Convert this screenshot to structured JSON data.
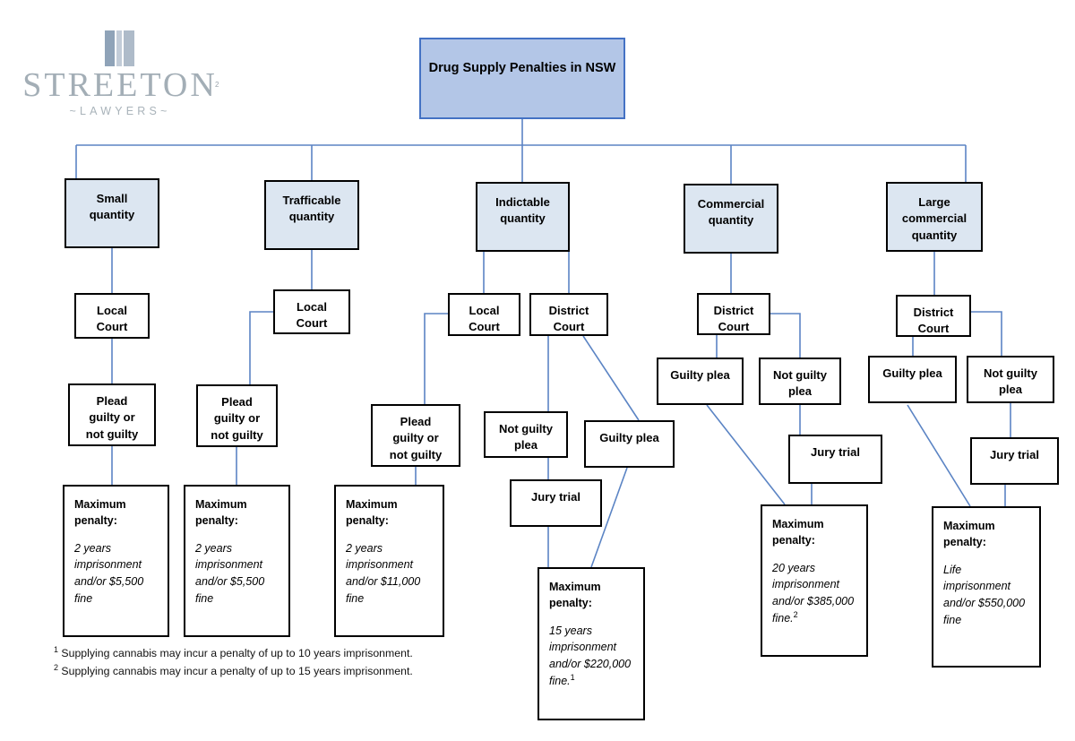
{
  "brand": {
    "name": "STREETON",
    "tagline": "~LAWYERS~",
    "mark_icon": "streeton-book-mark-icon",
    "superscript": "2"
  },
  "colors": {
    "title_fill": "#b3c6e7",
    "title_border": "#4472c4",
    "quantity_fill": "#dce6f1",
    "box_border": "#000000",
    "connector": "#5b84c4",
    "logo_text": "#a3aeb6"
  },
  "title": {
    "label": "Drug Supply Penalties in NSW"
  },
  "quantities": [
    {
      "label": "Small\nquantity"
    },
    {
      "label": "Trafficable\nquantity"
    },
    {
      "label": "Indictable\nquantity"
    },
    {
      "label": "Commercial\nquantity"
    },
    {
      "label": "Large\ncommercial\nquantity"
    }
  ],
  "courts": {
    "small_local": "Local\nCourt",
    "trafficable_local": "Local\nCourt",
    "indictable_local": "Local\nCourt",
    "indictable_district": "District\nCourt",
    "commercial_district": "District\nCourt",
    "large_district": "District\nCourt"
  },
  "pleas": {
    "small_plead": "Plead\nguilty or\nnot guilty",
    "trafficable_plead": "Plead\nguilty or\nnot guilty",
    "indictable_local_plead": "Plead\nguilty or\nnot guilty",
    "indictable_not_guilty": "Not guilty\nplea",
    "indictable_guilty": "Guilty plea",
    "commercial_guilty": "Guilty plea",
    "commercial_not_guilty": "Not guilty\nplea",
    "large_guilty": "Guilty plea",
    "large_not_guilty": "Not guilty\nplea"
  },
  "trials": {
    "indictable_jury": "Jury trial",
    "commercial_jury": "Jury trial",
    "large_jury": "Jury trial"
  },
  "penalties": [
    {
      "id": "small",
      "head": "Maximum\npenalty:",
      "body": "2 years imprisonment and/or $5,500 fine",
      "footnote_ref": ""
    },
    {
      "id": "trafficable",
      "head": "Maximum\npenalty:",
      "body": "2 years imprisonment and/or $5,500 fine",
      "footnote_ref": ""
    },
    {
      "id": "indictable-local",
      "head": "Maximum\npenalty:",
      "body": "2 years imprisonment and/or $11,000 fine",
      "footnote_ref": ""
    },
    {
      "id": "indictable-district",
      "head": "Maximum\npenalty:",
      "body": "15 years imprisonment and/or $220,000 fine.",
      "footnote_ref": "1"
    },
    {
      "id": "commercial",
      "head": "Maximum\npenalty:",
      "body": "20 years imprisonment and/or $385,000 fine.",
      "footnote_ref": "2"
    },
    {
      "id": "large-commercial",
      "head": "Maximum\npenalty:",
      "body": "Life imprisonment and/or $550,000 fine",
      "footnote_ref": ""
    }
  ],
  "footnotes": [
    {
      "marker": "1",
      "text": " Supplying cannabis may incur a penalty of up to 10 years imprisonment."
    },
    {
      "marker": "2",
      "text": " Supplying cannabis may incur a penalty of up to 15 years imprisonment."
    }
  ]
}
